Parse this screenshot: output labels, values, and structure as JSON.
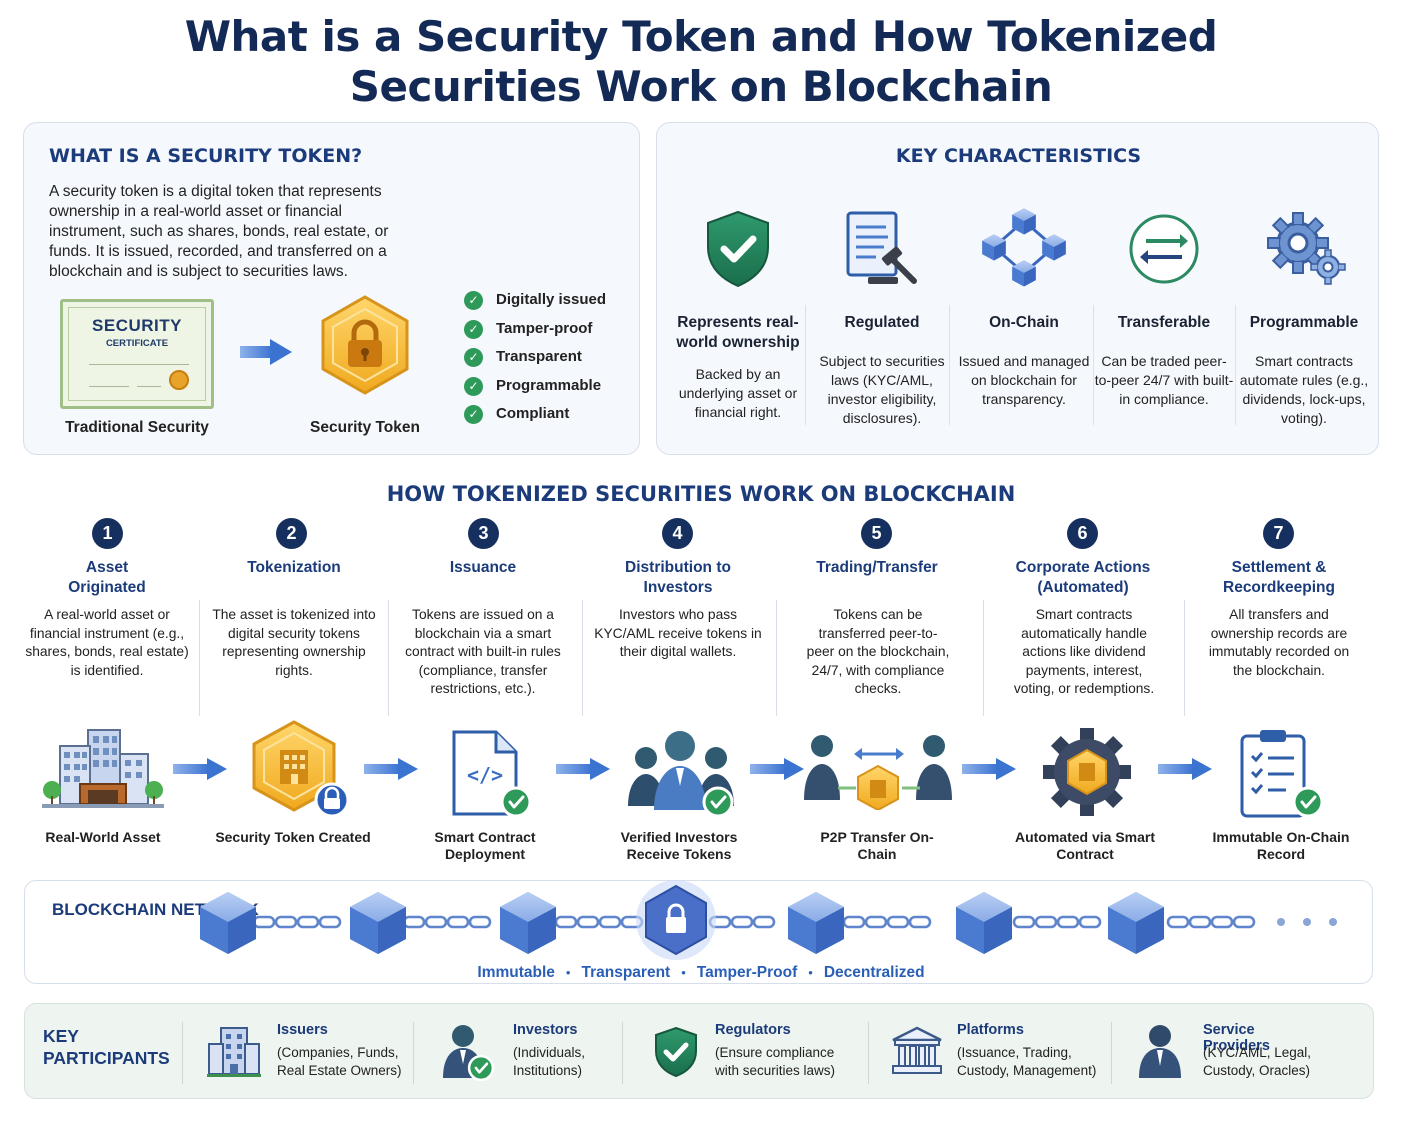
{
  "title_line1": "What is a Security Token and How Tokenized",
  "title_line2": "Securities Work on Blockchain",
  "what": {
    "heading": "WHAT IS A SECURITY TOKEN?",
    "body": "A security token is a digital token that represents ownership in a real-world asset or financial instrument, such as shares, bonds, real estate, or funds. It is issued, recorded, and transferred on a blockchain and is subject to securities laws.",
    "cert_title": "SECURITY",
    "cert_sub": "CERTIFICATE",
    "traditional_label": "Traditional Security",
    "token_label": "Security Token",
    "checks": [
      "Digitally issued",
      "Tamper-proof",
      "Transparent",
      "Programmable",
      "Compliant"
    ]
  },
  "key": {
    "heading": "KEY CHARACTERISTICS",
    "items": [
      {
        "icon": "shield-check-icon",
        "title": "Represents real-world ownership",
        "desc": "Backed by an underlying asset or financial right."
      },
      {
        "icon": "document-gavel-icon",
        "title": "Regulated",
        "desc": "Subject to securities laws (KYC/AML, investor eligibility, disclosures)."
      },
      {
        "icon": "blockchain-cubes-icon",
        "title": "On-Chain",
        "desc": "Issued and managed on blockchain for transparency."
      },
      {
        "icon": "transfer-arrows-icon",
        "title": "Transferable",
        "desc": "Can be traded peer-to-peer 24/7 with built-in compliance."
      },
      {
        "icon": "gears-icon",
        "title": "Programmable",
        "desc": "Smart contracts automate rules (e.g., dividends, lock-ups, voting)."
      }
    ]
  },
  "how": {
    "heading": "HOW TOKENIZED SECURITIES WORK ON BLOCKCHAIN",
    "steps": [
      {
        "num": "1",
        "title": "Asset Originated",
        "desc": "A real-world asset or financial instrument (e.g., shares, bonds, real estate) is identified.",
        "icon": "building-icon",
        "caption": "Real-World Asset"
      },
      {
        "num": "2",
        "title": "Tokenization",
        "desc": "The asset is tokenized into digital security tokens representing ownership rights.",
        "icon": "token-lock-icon",
        "caption": "Security Token Created"
      },
      {
        "num": "3",
        "title": "Issuance",
        "desc": "Tokens are issued on a blockchain via a smart contract with built-in rules (compliance, transfer restrictions, etc.).",
        "icon": "code-document-icon",
        "caption": "Smart Contract Deployment"
      },
      {
        "num": "4",
        "title": "Distribution to Investors",
        "desc": "Investors who pass KYC/AML receive tokens in their digital wallets.",
        "icon": "investors-group-icon",
        "caption": "Verified Investors Receive Tokens"
      },
      {
        "num": "5",
        "title": "Trading/Transfer",
        "desc": "Tokens can be transferred peer-to-peer on the blockchain, 24/7, with compliance checks.",
        "icon": "p2p-transfer-icon",
        "caption": "P2P Transfer On-Chain"
      },
      {
        "num": "6",
        "title": "Corporate Actions (Automated)",
        "desc": "Smart contracts automatically handle actions like dividend payments, interest, voting, or redemptions.",
        "icon": "gear-token-icon",
        "caption": "Automated via Smart Contract"
      },
      {
        "num": "7",
        "title": "Settlement & Recordkeeping",
        "desc": "All transfers and ownership records are immutably recorded on the blockchain.",
        "icon": "clipboard-check-icon",
        "caption": "Immutable On-Chain Record"
      }
    ]
  },
  "chain": {
    "label": "BLOCKCHAIN NETWORK",
    "properties": [
      "Immutable",
      "Transparent",
      "Tamper-Proof",
      "Decentralized"
    ]
  },
  "participants": {
    "label": "KEY PARTICIPANTS",
    "items": [
      {
        "icon": "office-building-icon",
        "title": "Issuers",
        "desc": "(Companies, Funds, Real Estate Owners)"
      },
      {
        "icon": "investor-check-icon",
        "title": "Investors",
        "desc": "(Individuals, Institutions)"
      },
      {
        "icon": "shield-check-icon",
        "title": "Regulators",
        "desc": "(Ensure compliance with securities laws)"
      },
      {
        "icon": "bank-building-icon",
        "title": "Platforms",
        "desc": "(Issuance, Trading, Custody, Management)"
      },
      {
        "icon": "person-icon",
        "title": "Service Providers",
        "desc": "(KYC/AML, Legal, Custody, Oracles)"
      }
    ]
  },
  "colors": {
    "navy": "#142a56",
    "heading_blue": "#1b3b7a",
    "accent_blue": "#2a5fb6",
    "check_green": "#2e9a5a",
    "token_gold": "#f2b733"
  }
}
